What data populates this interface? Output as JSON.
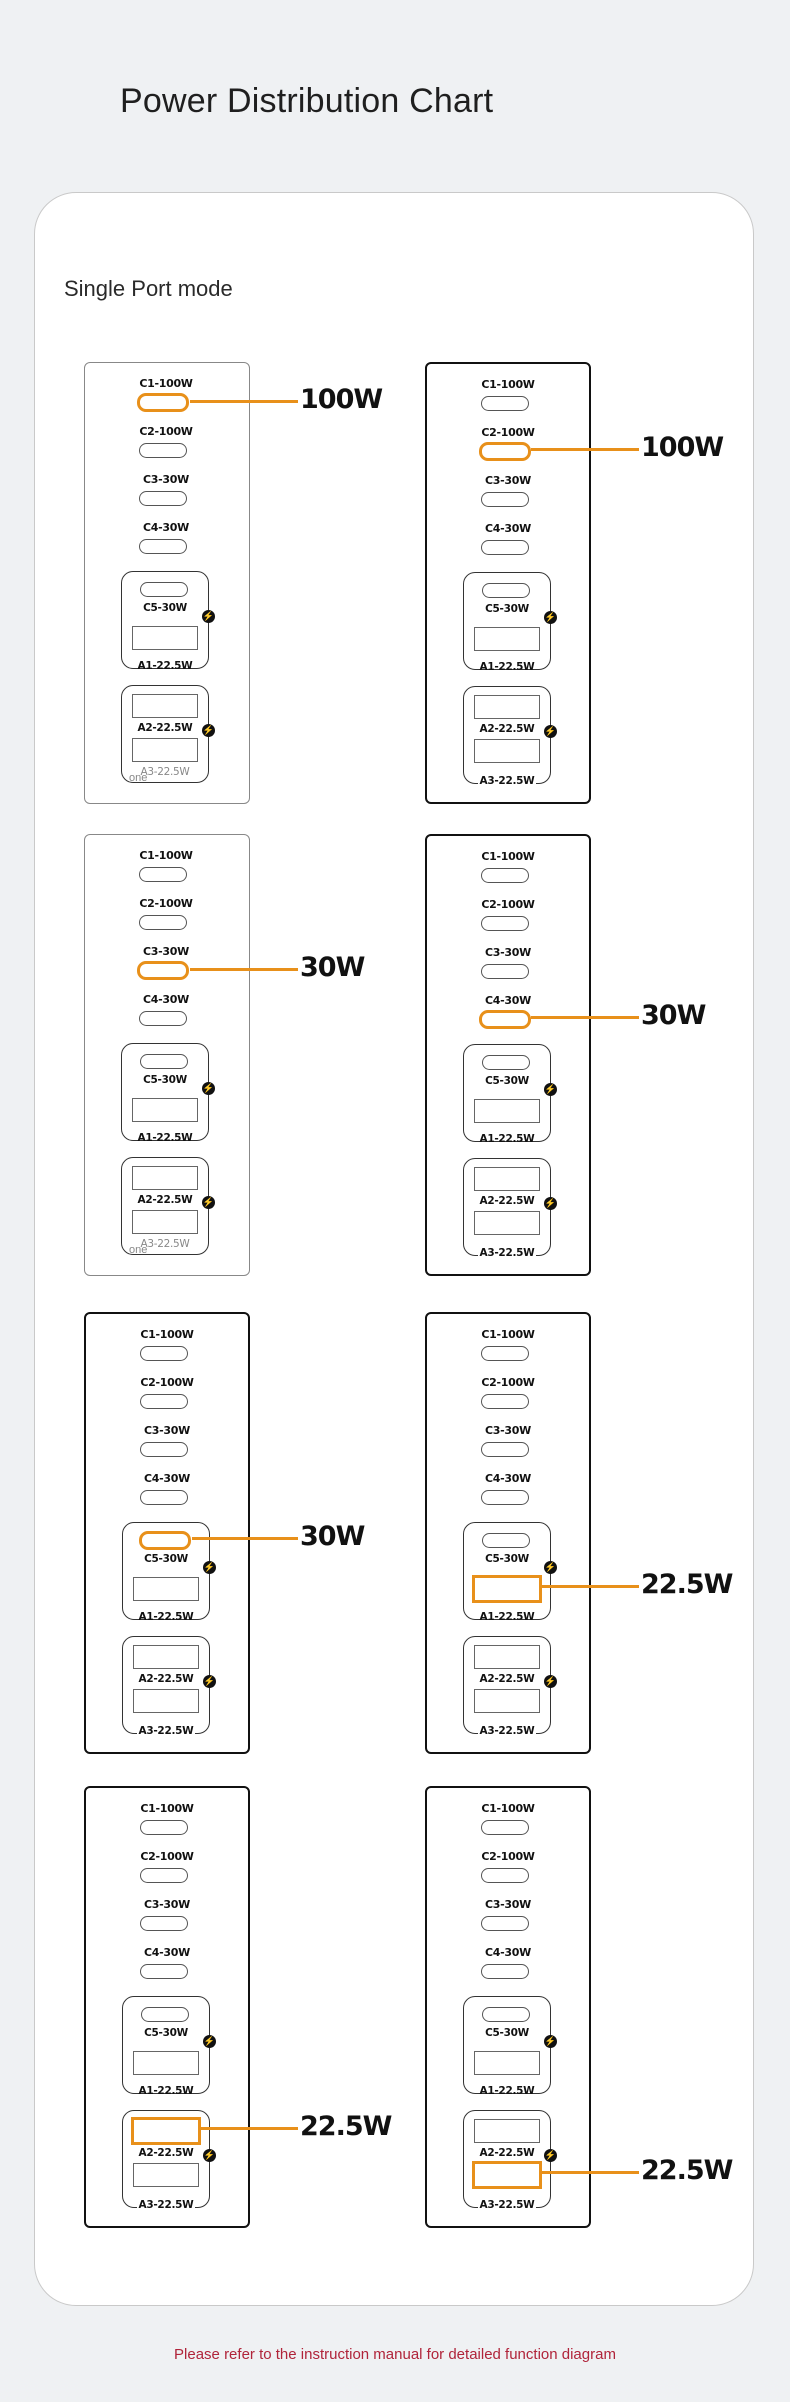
{
  "title": "Power Distribution Chart",
  "mode_label": "Single Port mode",
  "footnote": "Please refer to the instruction manual for detailed function diagram",
  "highlight_color": "#e8901a",
  "ports": {
    "c1": "C1-100W",
    "c2": "C2-100W",
    "c3": "C3-30W",
    "c4": "C4-30W",
    "c5": "C5-30W",
    "a1": "A1-22.5W",
    "a2": "A2-22.5W",
    "a3": "A3-22.5W"
  },
  "stray_text": "one",
  "icons": {
    "fast_charge": "lightning-bolt-icon"
  },
  "diagrams": [
    {
      "highlight": "c1",
      "watts": "100W"
    },
    {
      "highlight": "c2",
      "watts": "100W"
    },
    {
      "highlight": "c3",
      "watts": "30W"
    },
    {
      "highlight": "c4",
      "watts": "30W"
    },
    {
      "highlight": "c5",
      "watts": "30W"
    },
    {
      "highlight": "a1",
      "watts": "22.5W"
    },
    {
      "highlight": "a2",
      "watts": "22.5W"
    },
    {
      "highlight": "a3",
      "watts": "22.5W"
    }
  ]
}
